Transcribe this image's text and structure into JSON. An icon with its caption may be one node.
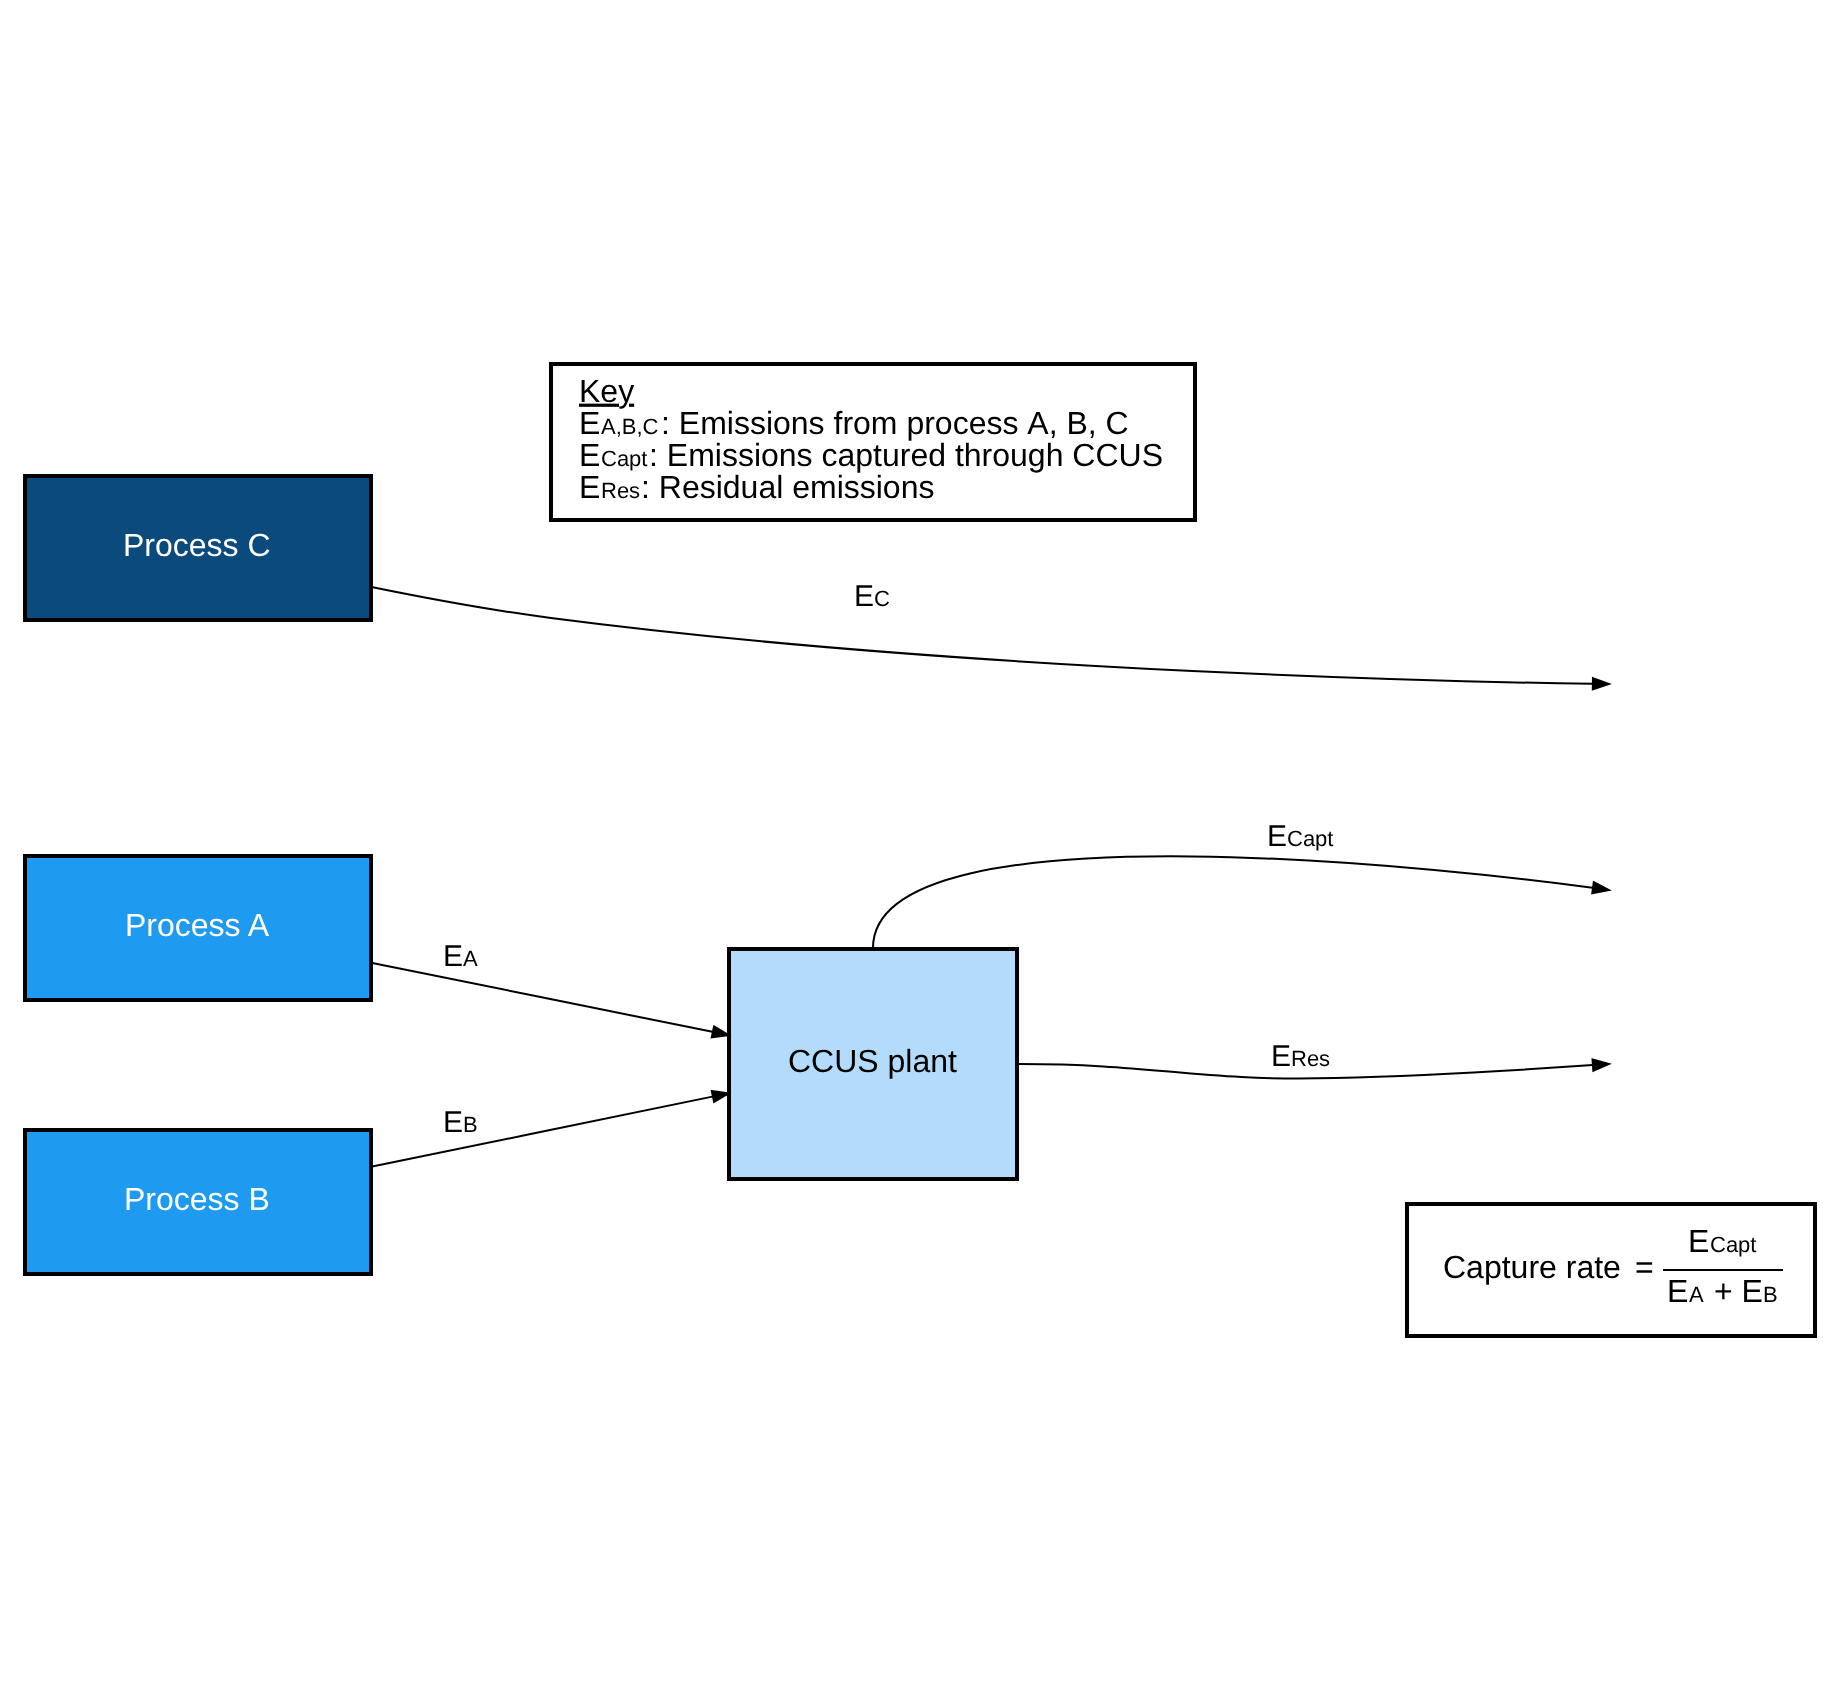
{
  "diagram": {
    "nodes": [
      {
        "text": [
          "Process A"
        ]
      },
      {
        "text": [
          "Process B"
        ]
      },
      {
        "text": [
          "CCUS plant"
        ]
      },
      {
        "text": [
          "Process C"
        ]
      },
      {
        "text": [
          "Capture rate",
          "=",
          "E$_{Capt}$",
          "E$_{A}$ + E$_{B}$"
        ]
      },
      {
        "text": [
          "Key",
          "E$_{A,B,C}$: Emissions from process A, B, C",
          "E$_{Capt}$: Emissions captured through CCUS",
          "E$_{Res}$: Residual emissions"
        ]
      }
    ],
    "edges": [
      {
        "from": 0,
        "to": 2,
        "arrow": "to",
        "label": "E$_{A}$"
      },
      {
        "from": 1,
        "to": 2,
        "arrow": "to",
        "label": "E$_{B}$"
      },
      {
        "from": 2,
        "to": null,
        "arrow": "to",
        "label": "E$_{Capt}$"
      },
      {
        "from": 2,
        "to": null,
        "arrow": "to",
        "label": "E$_{Res}$"
      },
      {
        "from": 3,
        "to": null,
        "arrow": "to",
        "label": "E$_{C}$"
      }
    ]
  }
}
